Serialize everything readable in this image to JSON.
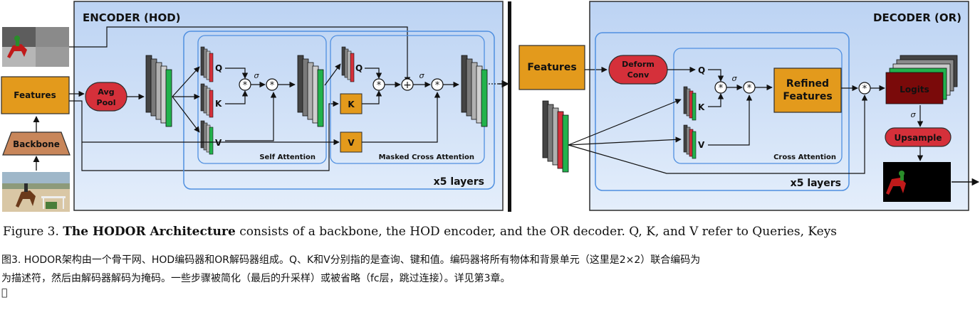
{
  "figure": {
    "encoder_title": "ENCODER (HOD)",
    "decoder_title": "DECODER (OR)",
    "features": "Features",
    "backbone": "Backbone",
    "avg_pool": [
      "Avg",
      "Pool"
    ],
    "q": "Q",
    "k": "K",
    "v": "V",
    "sigma": "σ",
    "self_attention": "Self Attention",
    "masked_cross_attention": "Masked Cross Attention",
    "x5_layers": "x5 layers",
    "deform_conv": [
      "Deform",
      "Conv"
    ],
    "refined_features": [
      "Refined",
      "Features"
    ],
    "cross_attention": "Cross Attention",
    "logits": "Logits",
    "upsample": "Upsample",
    "colors": {
      "panel_blue": "#c9dcf5",
      "panel_border": "#2d2d2d",
      "layer_border": "#4f8fe0",
      "orange": "#e39a1c",
      "red_pill": "#d5303a",
      "dark_red": "#7a0a0a",
      "green": "#22b24c",
      "backbone_fill": "#c8865a"
    }
  },
  "caption": {
    "en_label": "Figure 3.",
    "en_bold": "The HODOR Architecture",
    "en_rest": " consists of a backbone, the HOD encoder, and the OR decoder. Q, K, and V refer to Queries, Keys",
    "cn_line1": "图3. HODOR架构由一个骨干网、HOD编码器和OR解码器组成。Q、K和V分别指的是查询、键和值。编码器将所有物体和背景单元（这里是2×2）联合编码为",
    "cn_line2": "为描述符，然后由解码器解码为掩码。一些步骤被简化（最后的升采样）或被省略（fc层，跳过连接）。详见第3章。",
    "end_mark": "􀀀"
  }
}
